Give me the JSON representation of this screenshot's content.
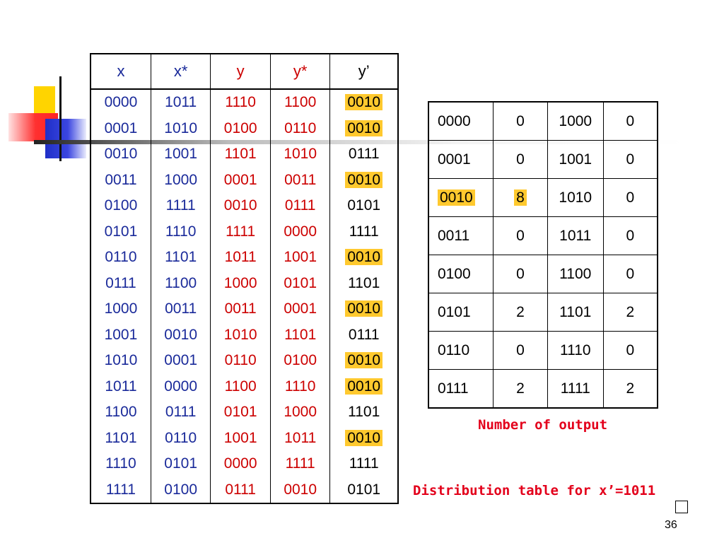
{
  "main_table": {
    "headers": [
      "x",
      "x*",
      "y",
      "y*",
      "y’"
    ],
    "rows": [
      {
        "x": "0000",
        "xs": "1011",
        "y": "1110",
        "ys": "1100",
        "yp": "0010",
        "hl": true
      },
      {
        "x": "0001",
        "xs": "1010",
        "y": "0100",
        "ys": "0110",
        "yp": "0010",
        "hl": true
      },
      {
        "x": "0010",
        "xs": "1001",
        "y": "1101",
        "ys": "1010",
        "yp": "0111",
        "hl": false
      },
      {
        "x": "0011",
        "xs": "1000",
        "y": "0001",
        "ys": "0011",
        "yp": "0010",
        "hl": true
      },
      {
        "x": "0100",
        "xs": "1111",
        "y": "0010",
        "ys": "0111",
        "yp": "0101",
        "hl": false
      },
      {
        "x": "0101",
        "xs": "1110",
        "y": "1111",
        "ys": "0000",
        "yp": "1111",
        "hl": false
      },
      {
        "x": "0110",
        "xs": "1101",
        "y": "1011",
        "ys": "1001",
        "yp": "0010",
        "hl": true
      },
      {
        "x": "0111",
        "xs": "1100",
        "y": "1000",
        "ys": "0101",
        "yp": "1101",
        "hl": false
      },
      {
        "x": "1000",
        "xs": "0011",
        "y": "0011",
        "ys": "0001",
        "yp": "0010",
        "hl": true
      },
      {
        "x": "1001",
        "xs": "0010",
        "y": "1010",
        "ys": "1101",
        "yp": "0111",
        "hl": false
      },
      {
        "x": "1010",
        "xs": "0001",
        "y": "0110",
        "ys": "0100",
        "yp": "0010",
        "hl": true
      },
      {
        "x": "1011",
        "xs": "0000",
        "y": "1100",
        "ys": "1110",
        "yp": "0010",
        "hl": true
      },
      {
        "x": "1100",
        "xs": "0111",
        "y": "0101",
        "ys": "1000",
        "yp": "1101",
        "hl": false
      },
      {
        "x": "1101",
        "xs": "0110",
        "y": "1001",
        "ys": "1011",
        "yp": "0010",
        "hl": true
      },
      {
        "x": "1110",
        "xs": "0101",
        "y": "0000",
        "ys": "1111",
        "yp": "1111",
        "hl": false
      },
      {
        "x": "1111",
        "xs": "0100",
        "y": "0111",
        "ys": "0010",
        "yp": "0101",
        "hl": false
      }
    ]
  },
  "dist_table": {
    "rows": [
      [
        "0000",
        "0",
        "1000",
        "0"
      ],
      [
        "0001",
        "0",
        "1001",
        "0"
      ],
      [
        "0010",
        "8",
        "1010",
        "0"
      ],
      [
        "0011",
        "0",
        "1011",
        "0"
      ],
      [
        "0100",
        "0",
        "1100",
        "0"
      ],
      [
        "0101",
        "2",
        "1101",
        "2"
      ],
      [
        "0110",
        "0",
        "1110",
        "0"
      ],
      [
        "0111",
        "2",
        "1111",
        "2"
      ]
    ],
    "highlighted_row": 2
  },
  "captions": {
    "number_of_output": "Number of output",
    "distribution": "Distribution table for x’=1011"
  },
  "footer": {
    "page_number": "36"
  },
  "colors": {
    "blue_text": "#1a2a9a",
    "red_text": "#cc0000",
    "highlight": "#ffc92e",
    "caption": "#e3001b"
  }
}
